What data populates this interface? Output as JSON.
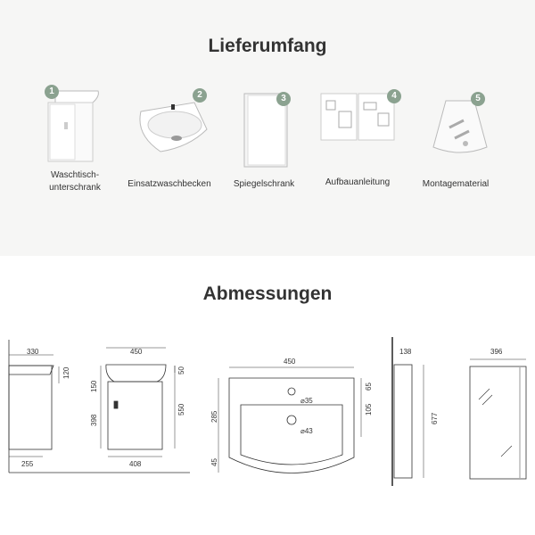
{
  "sections": {
    "contents_title": "Lieferumfang",
    "dimensions_title": "Abmessungen"
  },
  "items": [
    {
      "number": "1",
      "label": "Waschtisch-\nunterschrank"
    },
    {
      "number": "2",
      "label": "Einsatzwaschbecken"
    },
    {
      "number": "3",
      "label": "Spiegelschrank"
    },
    {
      "number": "4",
      "label": "Aufbauanleitung"
    },
    {
      "number": "5",
      "label": "Montagematerial"
    }
  ],
  "dims": {
    "side_top": "330",
    "side_h": "120",
    "side_bottom": "255",
    "front_w": "450",
    "front_top_h": "50",
    "front_upper": "150",
    "front_lower": "398",
    "front_total": "550",
    "front_bottom": "408",
    "basin_w": "450",
    "basin_depth": "285",
    "basin_front": "45",
    "basin_r1": "65",
    "basin_r2": "105",
    "hole1": "⌀35",
    "hole2": "⌀43",
    "mirror_depth": "138",
    "mirror_h": "677",
    "mirror_w": "396"
  },
  "colors": {
    "badge": "#8ba290",
    "panel": "#f6f6f5",
    "line": "#333333"
  }
}
